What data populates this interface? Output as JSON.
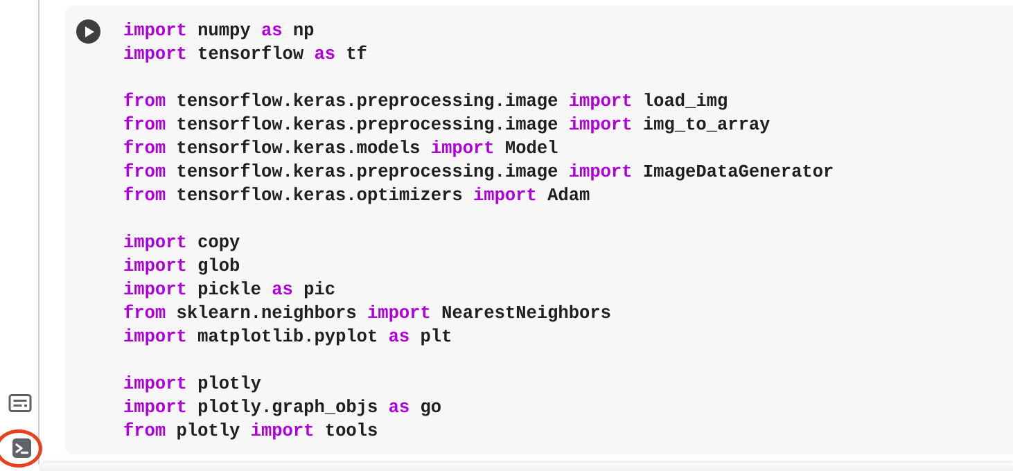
{
  "colors": {
    "keyword": "#AF00DB",
    "code_text": "#1F1F1F",
    "cell_background": "#F7F7F7",
    "run_button": "#3E3E3E",
    "rail_icon_gray": "#5F6368",
    "annotation_red": "#E8411E",
    "divider": "#CDCDCD"
  },
  "icons": {
    "run": "play-icon",
    "history": "executed-code-history-icon",
    "terminal": "terminal-icon",
    "terminal_glyph": ">_"
  },
  "annotation": {
    "shape": "ellipse",
    "color": "#E8411E",
    "highlights": "terminal-icon"
  },
  "cell": {
    "code_lines": [
      [
        [
          "k",
          "import"
        ],
        [
          "t",
          " numpy "
        ],
        [
          "k",
          "as"
        ],
        [
          "t",
          " np"
        ]
      ],
      [
        [
          "k",
          "import"
        ],
        [
          "t",
          " tensorflow "
        ],
        [
          "k",
          "as"
        ],
        [
          "t",
          " tf"
        ]
      ],
      [],
      [
        [
          "k",
          "from"
        ],
        [
          "t",
          " tensorflow.keras.preprocessing.image "
        ],
        [
          "k",
          "import"
        ],
        [
          "t",
          " load_img"
        ]
      ],
      [
        [
          "k",
          "from"
        ],
        [
          "t",
          " tensorflow.keras.preprocessing.image "
        ],
        [
          "k",
          "import"
        ],
        [
          "t",
          " img_to_array"
        ]
      ],
      [
        [
          "k",
          "from"
        ],
        [
          "t",
          " tensorflow.keras.models "
        ],
        [
          "k",
          "import"
        ],
        [
          "t",
          " Model"
        ]
      ],
      [
        [
          "k",
          "from"
        ],
        [
          "t",
          " tensorflow.keras.preprocessing.image "
        ],
        [
          "k",
          "import"
        ],
        [
          "t",
          " ImageDataGenerator"
        ]
      ],
      [
        [
          "k",
          "from"
        ],
        [
          "t",
          " tensorflow.keras.optimizers "
        ],
        [
          "k",
          "import"
        ],
        [
          "t",
          " Adam"
        ]
      ],
      [],
      [
        [
          "k",
          "import"
        ],
        [
          "t",
          " copy"
        ]
      ],
      [
        [
          "k",
          "import"
        ],
        [
          "t",
          " glob"
        ]
      ],
      [
        [
          "k",
          "import"
        ],
        [
          "t",
          " pickle "
        ],
        [
          "k",
          "as"
        ],
        [
          "t",
          " pic"
        ]
      ],
      [
        [
          "k",
          "from"
        ],
        [
          "t",
          " sklearn.neighbors "
        ],
        [
          "k",
          "import"
        ],
        [
          "t",
          " NearestNeighbors"
        ]
      ],
      [
        [
          "k",
          "import"
        ],
        [
          "t",
          " matplotlib.pyplot "
        ],
        [
          "k",
          "as"
        ],
        [
          "t",
          " plt"
        ]
      ],
      [],
      [
        [
          "k",
          "import"
        ],
        [
          "t",
          " plotly"
        ]
      ],
      [
        [
          "k",
          "import"
        ],
        [
          "t",
          " plotly.graph_objs "
        ],
        [
          "k",
          "as"
        ],
        [
          "t",
          " go"
        ]
      ],
      [
        [
          "k",
          "from"
        ],
        [
          "t",
          " plotly "
        ],
        [
          "k",
          "import"
        ],
        [
          "t",
          " tools"
        ]
      ]
    ]
  }
}
